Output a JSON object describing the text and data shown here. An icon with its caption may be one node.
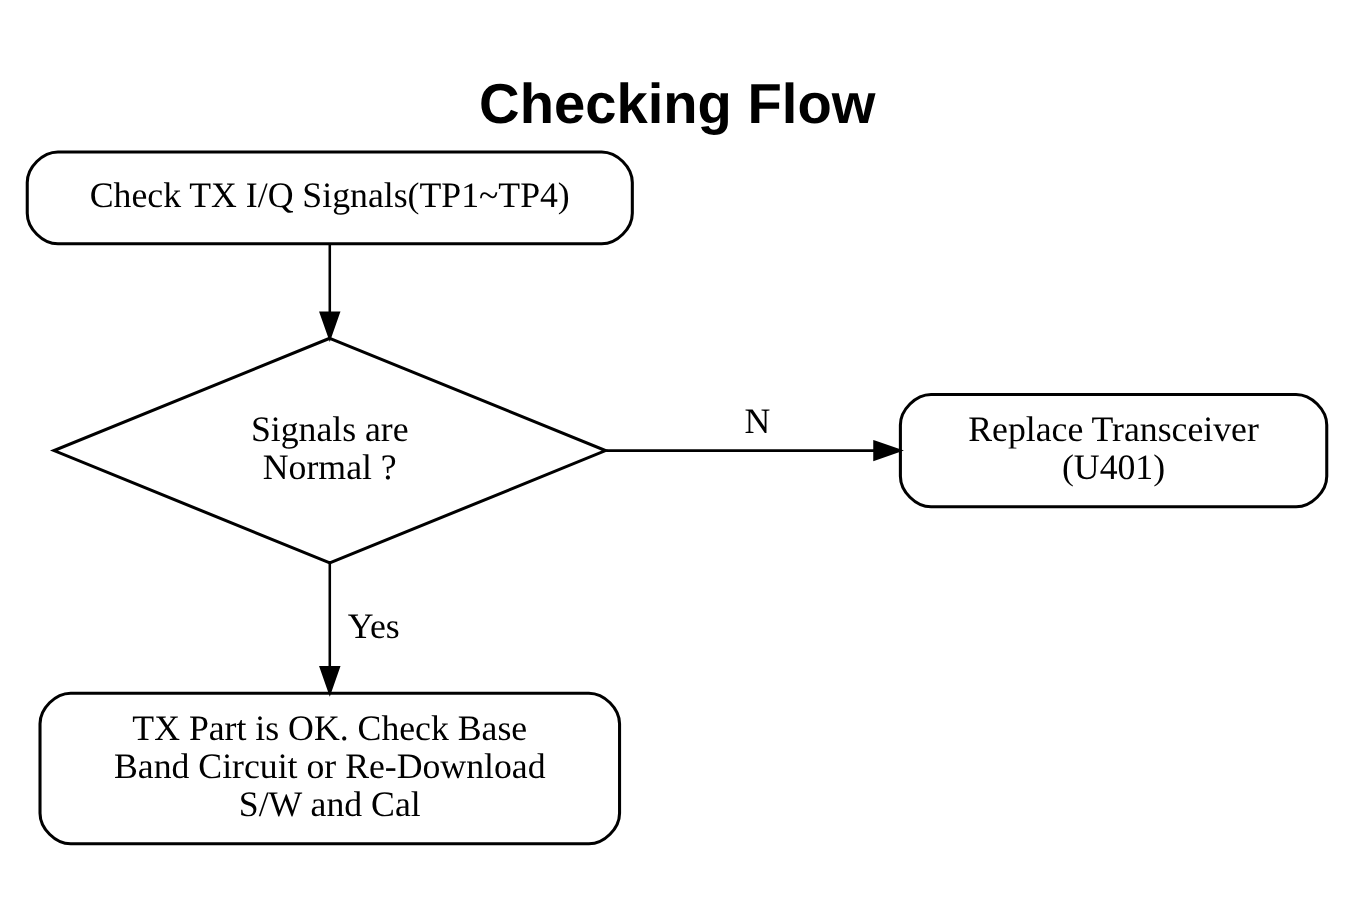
{
  "diagram": {
    "title": "Checking Flow",
    "nodes": [
      {
        "text": [
          "Check TX I/Q Signals(TP1~TP4)"
        ]
      },
      {
        "text": [
          "Signals are Normal ?"
        ]
      },
      {
        "text": [
          "Replace Transceiver (U401)"
        ]
      },
      {
        "text": [
          "TX Part is OK. Check Base Band Circuit or Re-Download S/W and Cal"
        ]
      }
    ],
    "edges": [
      {
        "from": 0,
        "to": 1,
        "arrow": "to"
      },
      {
        "from": 1,
        "to": 2,
        "arrow": "to",
        "label": "N"
      },
      {
        "from": 1,
        "to": 3,
        "arrow": "to",
        "label": "Yes"
      }
    ]
  }
}
